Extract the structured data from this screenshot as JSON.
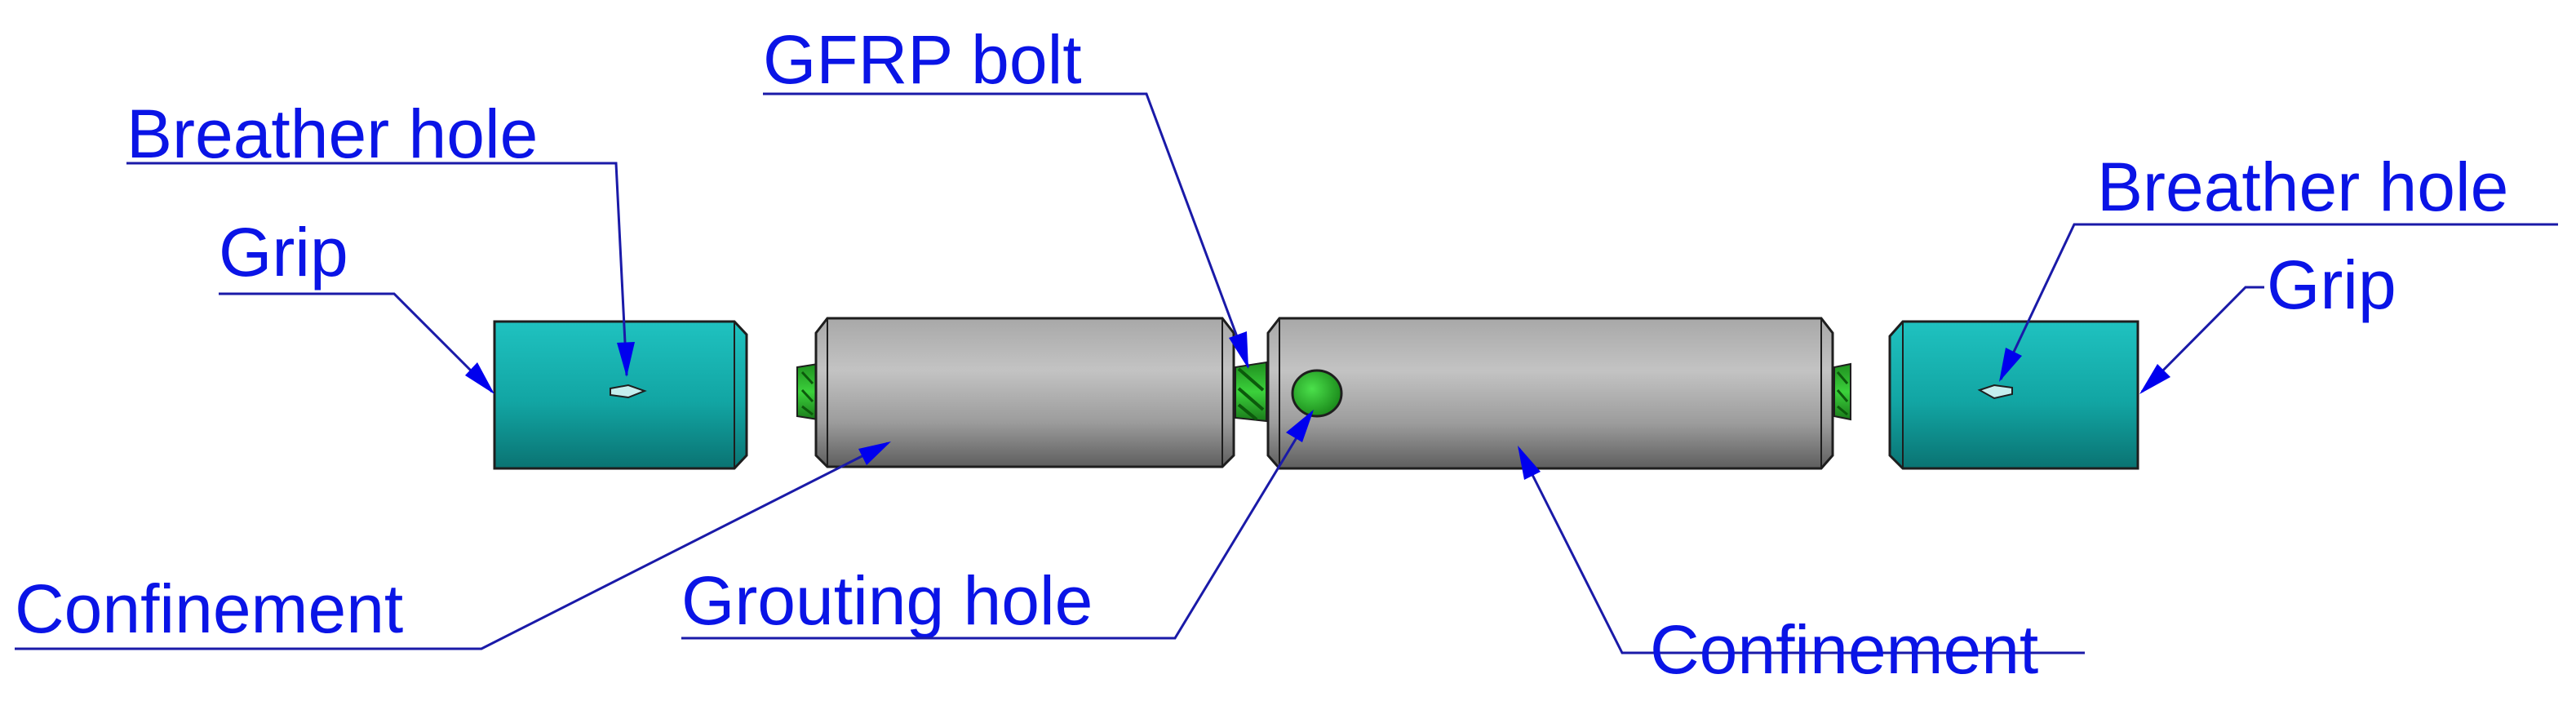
{
  "labels": {
    "gfrp_bolt": "GFRP bolt",
    "breather_hole_left": "Breather hole",
    "grip_left": "Grip",
    "breather_hole_right": "Breather hole",
    "grip_right": "Grip",
    "confinement_left": "Confinement",
    "grouting_hole": "Grouting hole",
    "confinement_right": "Confinement"
  },
  "colors": {
    "label_text": "#0a14e6",
    "leader_line": "#1a1aa8",
    "arrow_head": "#0000ee",
    "grip": "#16aaa8",
    "confinement": "#b6b6b6",
    "gfrp_bolt": "#33cc33"
  }
}
